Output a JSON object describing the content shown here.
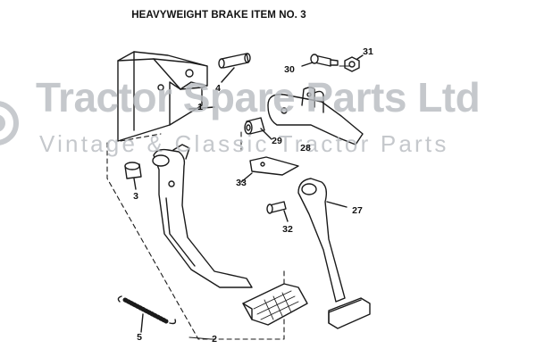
{
  "title": "HEAVYWEIGHT BRAKE ITEM NO. 3",
  "watermark": {
    "line1": "Tractor Spare Parts Ltd",
    "line2": "Vintage & Classic Tractor Parts"
  },
  "callouts": {
    "c1": "1",
    "c2": "2",
    "c3": "3",
    "c4": "4",
    "c5": "5",
    "c27": "27",
    "c28": "28",
    "c29": "29",
    "c30": "30",
    "c31": "31",
    "c32": "32",
    "c33": "33"
  },
  "colors": {
    "line": "#1a1a1a",
    "watermark": "#b9bdc2"
  }
}
